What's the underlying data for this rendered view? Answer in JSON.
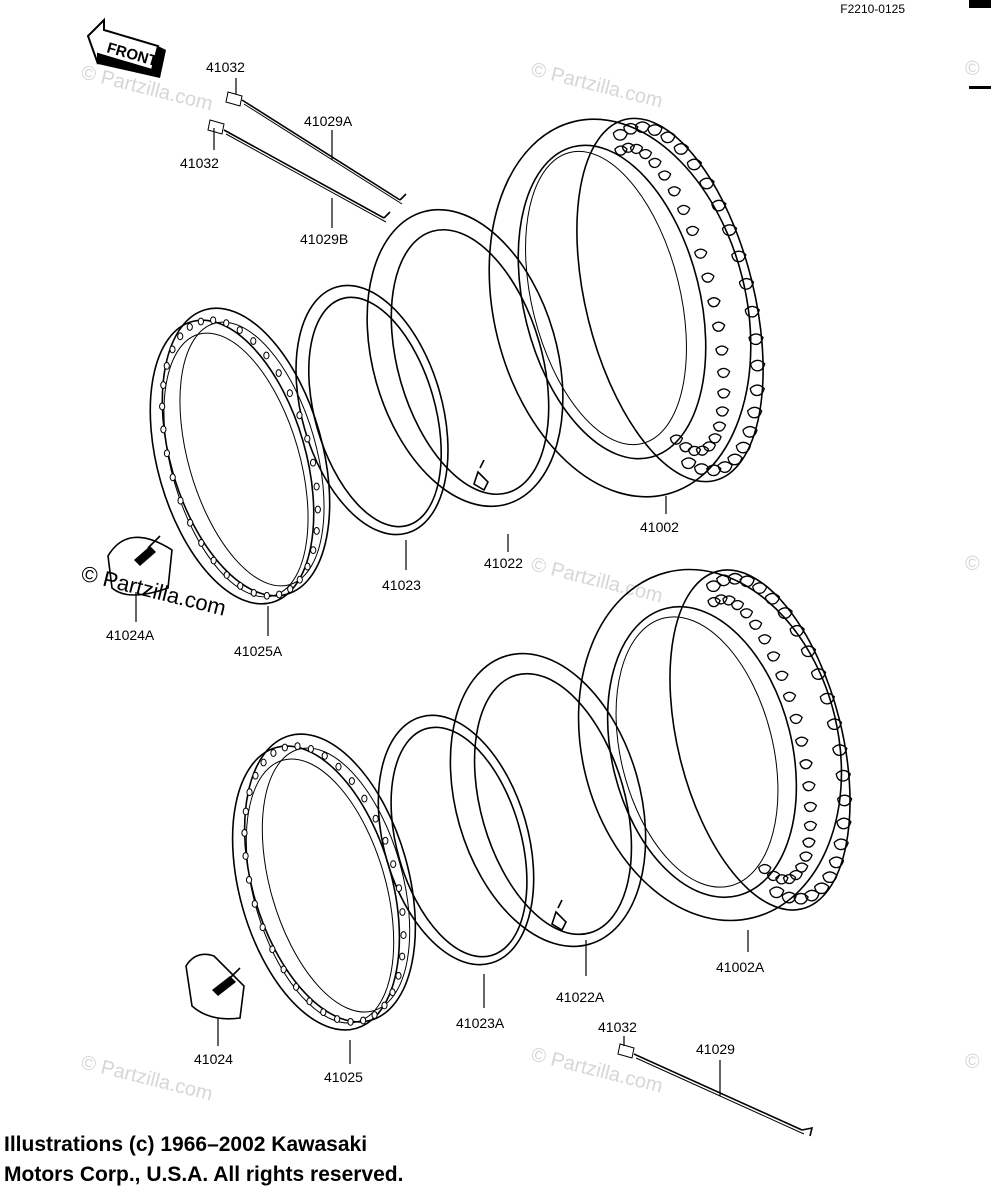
{
  "diagram_code": "F2210-0125",
  "front_arrow_label": "FRONT",
  "watermark_text": "© Partzilla.com",
  "parts": {
    "p41032_a": "41032",
    "p41032_b": "41032",
    "p41029A": "41029A",
    "p41029B": "41029B",
    "p41002": "41002",
    "p41022": "41022",
    "p41023": "41023",
    "p41024A": "41024A",
    "p41025A": "41025A",
    "p41002A": "41002A",
    "p41022A": "41022A",
    "p41023A": "41023A",
    "p41024": "41024",
    "p41025": "41025",
    "p41032_c": "41032",
    "p41029": "41029"
  },
  "copyright": {
    "line1": "Illustrations (c) 1966–2002 Kawasaki",
    "line2": "Motors Corp., U.S.A.  All rights reserved."
  }
}
